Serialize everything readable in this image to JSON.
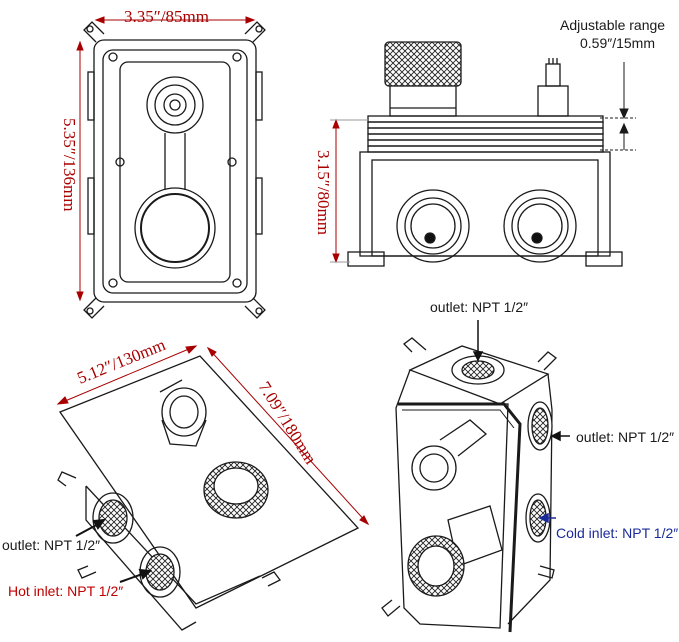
{
  "colors": {
    "dimension": "#a80000",
    "line": "#1a1a1a",
    "hot": "#c00000",
    "cold": "#1a2a9a",
    "fill_light": "#f2f2f2",
    "fill_mid": "#d9d9d9"
  },
  "front_view": {
    "width_label": "3.35″/85mm",
    "height_label": "5.35″/136mm"
  },
  "side_view": {
    "adjustable_title": "Adjustable range",
    "adjustable_value": "0.59″/15mm",
    "depth_label": "3.15″/80mm"
  },
  "cover_plate": {
    "width_label": "5.12″/130mm",
    "height_label": "7.09″/180mm",
    "outlet_label": "outlet: NPT 1/2″",
    "hot_inlet_label": "Hot inlet: NPT 1/2″"
  },
  "valve_3d": {
    "top_outlet_label": "outlet: NPT 1/2″",
    "side_outlet_label": "outlet: NPT 1/2″",
    "cold_inlet_label": "Cold inlet: NPT 1/2″"
  }
}
